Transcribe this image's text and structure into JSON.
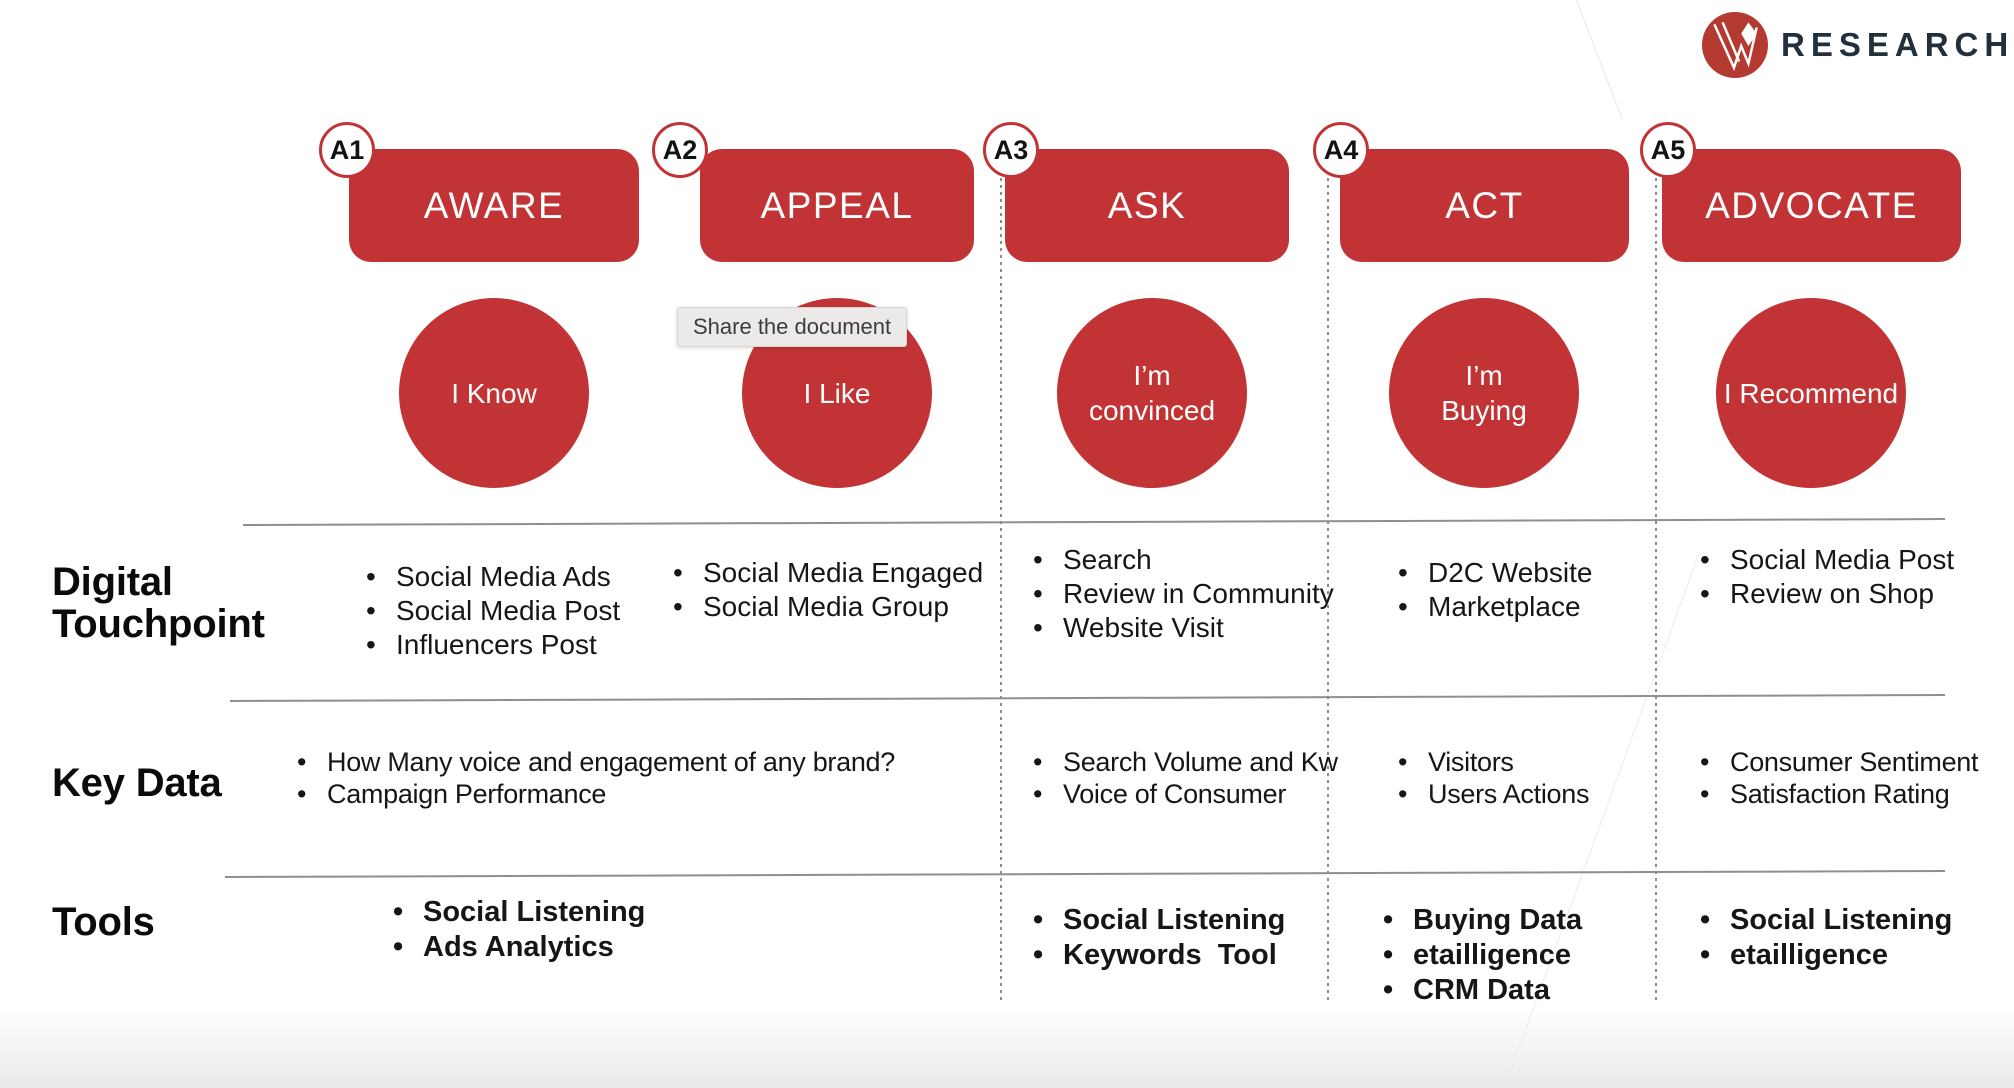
{
  "colors": {
    "brand_red": "#C13335",
    "logo_red": "#B43A31",
    "logo_navy": "#22303E"
  },
  "logo": {
    "text": "RESEARCH"
  },
  "tooltip": {
    "text": "Share the document"
  },
  "stages": [
    {
      "badge": "A1",
      "stage": "AWARE",
      "mindset": "I Know"
    },
    {
      "badge": "A2",
      "stage": "APPEAL",
      "mindset": "I Like"
    },
    {
      "badge": "A3",
      "stage": "ASK",
      "mindset": "I’m\nconvinced"
    },
    {
      "badge": "A4",
      "stage": "ACT",
      "mindset": "I’m\nBuying"
    },
    {
      "badge": "A5",
      "stage": "ADVOCATE",
      "mindset": "I Recommend"
    }
  ],
  "rows": {
    "digital_touchpoint": {
      "label": "Digital\nTouchpoint",
      "cells": {
        "aware": [
          "Social Media Ads",
          "Social Media Post",
          "Influencers Post"
        ],
        "appeal": [
          "Social Media Engaged",
          "Social Media Group"
        ],
        "ask": [
          "Search",
          "Review in Community",
          "Website Visit"
        ],
        "act": [
          "D2C Website",
          "Marketplace"
        ],
        "advocate": [
          "Social Media Post",
          "Review on Shop"
        ]
      }
    },
    "key_data": {
      "label": "Key Data",
      "cells": {
        "aware_appeal": [
          "How Many voice and engagement of any brand?",
          "Campaign Performance"
        ],
        "ask": [
          "Search Volume and Kw",
          "Voice of Consumer"
        ],
        "act": [
          "Visitors",
          "Users Actions"
        ],
        "advocate": [
          "Consumer Sentiment",
          "Satisfaction Rating"
        ]
      }
    },
    "tools": {
      "label": "Tools",
      "cells": {
        "aware_appeal": [
          "Social Listening",
          "Ads Analytics"
        ],
        "ask": [
          "Social Listening",
          "Keywords  Tool"
        ],
        "act": [
          "Buying Data",
          "etailligence",
          "CRM Data"
        ],
        "advocate": [
          "Social Listening",
          "etailligence"
        ]
      }
    }
  }
}
